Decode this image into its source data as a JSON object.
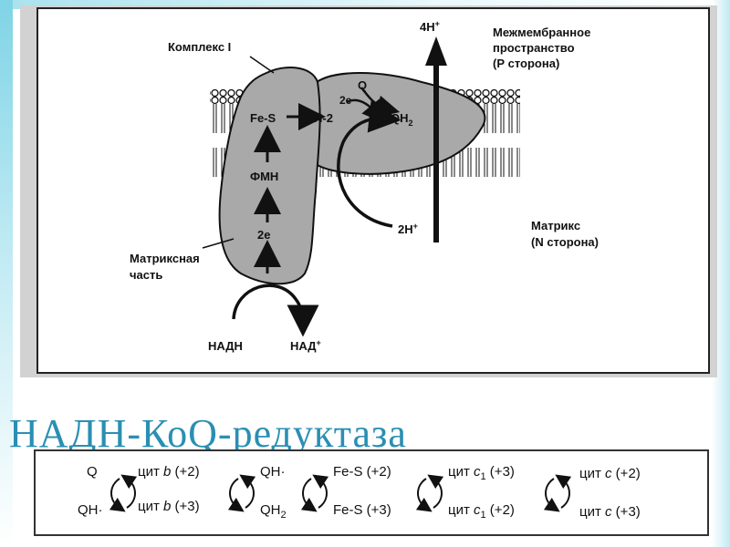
{
  "figure": {
    "complex_label": "Комплекс I",
    "intermembrane_label_1": "Межмембранное",
    "intermembrane_label_2": "пространство",
    "intermembrane_label_3": "(Р сторона)",
    "matrix_label_1": "Матрикс",
    "matrix_label_2": "(N сторона)",
    "matrix_part_1": "Матриксная",
    "matrix_part_2": "часть",
    "fe_s": "Fe-S",
    "n2": "N-2",
    "fmn": "ФМН",
    "two_e": "2e",
    "two_e_top": "2e",
    "q": "Q",
    "qh2": "QH",
    "qh2_sub": "2",
    "h4": "4H",
    "h4_sup": "+",
    "h2": "2H",
    "h2_sup": "+",
    "nadh": "НАДН",
    "nad": "НАД",
    "nad_sup": "+"
  },
  "slide_title": "НАДН-КоQ-редуктаза",
  "reactions": {
    "r1_top_left": "Q",
    "r1_bottom_left": "QH·",
    "r1_top_right_pre": "цит ",
    "r1_top_right_it": "b",
    "r1_top_right_post": " (+2)",
    "r1_bottom_right_pre": "цит ",
    "r1_bottom_right_it": "b",
    "r1_bottom_right_post": " (+3)",
    "r2_top": "QH·",
    "r2_bottom": "QH",
    "r2_bottom_sub": "2",
    "r3_top": "Fe-S (+2)",
    "r3_bottom": "Fe-S (+3)",
    "r4_top_pre": "цит ",
    "r4_top_it": "c",
    "r4_top_sub": "1",
    "r4_top_post": " (+3)",
    "r4_bottom_pre": "цит ",
    "r4_bottom_it": "c",
    "r4_bottom_sub": "1",
    "r4_bottom_post": " (+2)",
    "r5_top_pre": "цит ",
    "r5_top_it": "c",
    "r5_top_post": " (+2)",
    "r5_bottom_pre": "цит ",
    "r5_bottom_it": "c",
    "r5_bottom_post": " (+3)"
  }
}
